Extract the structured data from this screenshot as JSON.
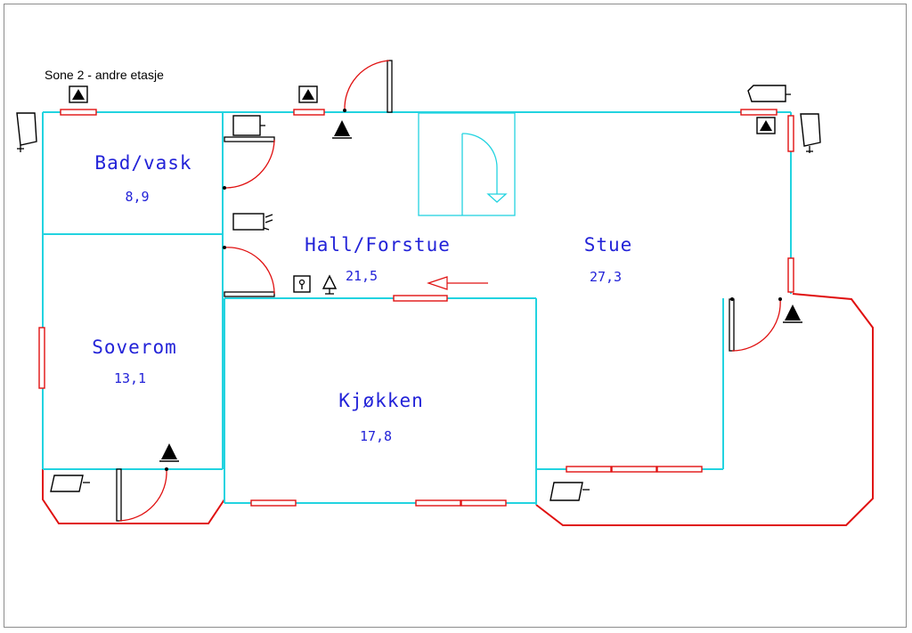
{
  "zone": {
    "title": "Sone 2 - andre etasje"
  },
  "rooms": [
    {
      "name": "Bad/vask",
      "area": "8,9"
    },
    {
      "name": "Hall/Forstue",
      "area": "21,5"
    },
    {
      "name": "Stue",
      "area": "27,3"
    },
    {
      "name": "Soverom",
      "area": "13,1"
    },
    {
      "name": "Kjøkken",
      "area": "17,8"
    }
  ],
  "colors": {
    "interior_wall": "#22d3e0",
    "exterior_wall": "#e01010",
    "label": "#2323d8",
    "stair": "#22d3e0"
  },
  "icons": [
    "smoke-detector-icon",
    "heat-detector-icon",
    "camera-icon",
    "key-box-icon",
    "bell-icon",
    "direction-arrow-icon",
    "stair-icon"
  ]
}
